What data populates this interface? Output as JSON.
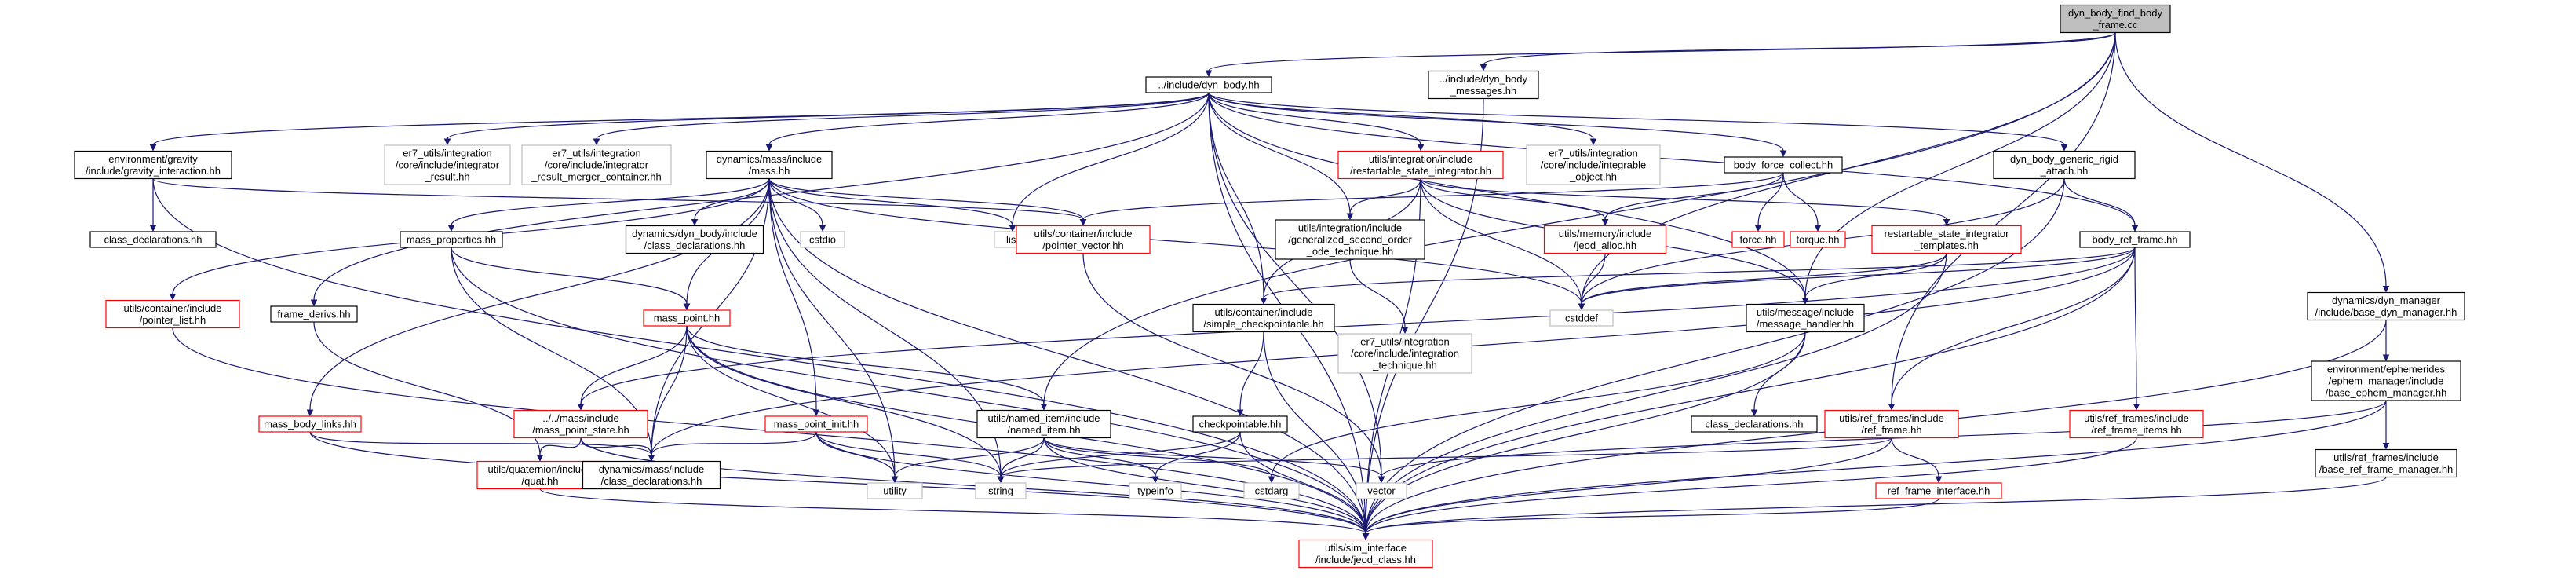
{
  "colors": {
    "edge": "#191970",
    "border_normal": "#000000",
    "border_missing": "#bfbfbf",
    "border_truncated": "#ff0000",
    "fill_root": "#bfbfbf",
    "fill_normal": "#ffffff"
  },
  "nodes": [
    {
      "id": "root",
      "lines": [
        "dyn_body_find_body",
        "_frame.cc"
      ],
      "kind": "root"
    },
    {
      "id": "dyn_body",
      "lines": [
        "../include/dyn_body.hh"
      ],
      "kind": "normal"
    },
    {
      "id": "dyn_body_messages",
      "lines": [
        "../include/dyn_body",
        "_messages.hh"
      ],
      "kind": "normal"
    },
    {
      "id": "gravity_interaction",
      "lines": [
        "environment/gravity",
        "/include/gravity_interaction.hh"
      ],
      "kind": "normal"
    },
    {
      "id": "er7_integrator_result",
      "lines": [
        "er7_utils/integration",
        "/core/include/integrator",
        "_result.hh"
      ],
      "kind": "missing"
    },
    {
      "id": "er7_merger",
      "lines": [
        "er7_utils/integration",
        "/core/include/integrator",
        "_result_merger_container.hh"
      ],
      "kind": "missing"
    },
    {
      "id": "mass_hh",
      "lines": [
        "dynamics/mass/include",
        "/mass.hh"
      ],
      "kind": "normal"
    },
    {
      "id": "restartable_integrator",
      "lines": [
        "utils/integration/include",
        "/restartable_state_integrator.hh"
      ],
      "kind": "truncated"
    },
    {
      "id": "er7_integrable",
      "lines": [
        "er7_utils/integration",
        "/core/include/integrable",
        "_object.hh"
      ],
      "kind": "missing"
    },
    {
      "id": "body_force_collect",
      "lines": [
        "body_force_collect.hh"
      ],
      "kind": "normal"
    },
    {
      "id": "dyn_body_generic",
      "lines": [
        "dyn_body_generic_rigid",
        "_attach.hh"
      ],
      "kind": "normal"
    },
    {
      "id": "dyn_manager",
      "lines": [
        "dynamics/dyn_manager",
        "/include/base_dyn_manager.hh"
      ],
      "kind": "normal"
    },
    {
      "id": "gravity_class_decl",
      "lines": [
        "class_declarations.hh"
      ],
      "kind": "normal"
    },
    {
      "id": "mass_properties",
      "lines": [
        "mass_properties.hh"
      ],
      "kind": "normal"
    },
    {
      "id": "dyn_body_class_decl",
      "lines": [
        "dynamics/dyn_body/include",
        "/class_declarations.hh"
      ],
      "kind": "normal"
    },
    {
      "id": "cstdio",
      "lines": [
        "cstdio"
      ],
      "kind": "missing"
    },
    {
      "id": "list",
      "lines": [
        "list"
      ],
      "kind": "missing"
    },
    {
      "id": "pointer_vector",
      "lines": [
        "utils/container/include",
        "/pointer_vector.hh"
      ],
      "kind": "truncated"
    },
    {
      "id": "generalized_technique",
      "lines": [
        "utils/integration/include",
        "/generalized_second_order",
        "_ode_technique.hh"
      ],
      "kind": "normal"
    },
    {
      "id": "jeod_alloc",
      "lines": [
        "utils/memory/include",
        "/jeod_alloc.hh"
      ],
      "kind": "truncated"
    },
    {
      "id": "force_hh",
      "lines": [
        "force.hh"
      ],
      "kind": "truncated"
    },
    {
      "id": "torque_hh",
      "lines": [
        "torque.hh"
      ],
      "kind": "truncated"
    },
    {
      "id": "restartable_templates",
      "lines": [
        "restartable_state_integrator",
        "_templates.hh"
      ],
      "kind": "truncated"
    },
    {
      "id": "body_ref_frame",
      "lines": [
        "body_ref_frame.hh"
      ],
      "kind": "normal"
    },
    {
      "id": "pointer_list",
      "lines": [
        "utils/container/include",
        "/pointer_list.hh"
      ],
      "kind": "truncated"
    },
    {
      "id": "frame_derivs",
      "lines": [
        "frame_derivs.hh"
      ],
      "kind": "normal"
    },
    {
      "id": "mass_point",
      "lines": [
        "mass_point.hh"
      ],
      "kind": "truncated"
    },
    {
      "id": "simple_checkpointable",
      "lines": [
        "utils/container/include",
        "/simple_checkpointable.hh"
      ],
      "kind": "normal"
    },
    {
      "id": "er7_integration_technique",
      "lines": [
        "er7_utils/integration",
        "/core/include/integration",
        "_technique.hh"
      ],
      "kind": "missing"
    },
    {
      "id": "cstddef",
      "lines": [
        "cstddef"
      ],
      "kind": "missing"
    },
    {
      "id": "message_handler",
      "lines": [
        "utils/message/include",
        "/message_handler.hh"
      ],
      "kind": "normal"
    },
    {
      "id": "base_ephem_manager",
      "lines": [
        "environment/ephemerides",
        "/ephem_manager/include",
        "/base_ephem_manager.hh"
      ],
      "kind": "normal"
    },
    {
      "id": "mass_body_links",
      "lines": [
        "mass_body_links.hh"
      ],
      "kind": "truncated"
    },
    {
      "id": "mass_point_state",
      "lines": [
        "../../mass/include",
        "/mass_point_state.hh"
      ],
      "kind": "truncated"
    },
    {
      "id": "mass_point_init",
      "lines": [
        "mass_point_init.hh"
      ],
      "kind": "truncated"
    },
    {
      "id": "named_item",
      "lines": [
        "utils/named_item/include",
        "/named_item.hh"
      ],
      "kind": "normal"
    },
    {
      "id": "checkpointable",
      "lines": [
        "checkpointable.hh"
      ],
      "kind": "normal"
    },
    {
      "id": "message_class_decl",
      "lines": [
        "class_declarations.hh"
      ],
      "kind": "normal"
    },
    {
      "id": "ref_frame",
      "lines": [
        "utils/ref_frames/include",
        "/ref_frame.hh"
      ],
      "kind": "truncated"
    },
    {
      "id": "ref_frame_items",
      "lines": [
        "utils/ref_frames/include",
        "/ref_frame_items.hh"
      ],
      "kind": "truncated"
    },
    {
      "id": "base_ref_frame_manager",
      "lines": [
        "utils/ref_frames/include",
        "/base_ref_frame_manager.hh"
      ],
      "kind": "normal"
    },
    {
      "id": "quat",
      "lines": [
        "utils/quaternion/include",
        "/quat.hh"
      ],
      "kind": "truncated"
    },
    {
      "id": "mass_class_decl",
      "lines": [
        "dynamics/mass/include",
        "/class_declarations.hh"
      ],
      "kind": "normal"
    },
    {
      "id": "utility",
      "lines": [
        "utility"
      ],
      "kind": "missing"
    },
    {
      "id": "string",
      "lines": [
        "string"
      ],
      "kind": "missing"
    },
    {
      "id": "typeinfo",
      "lines": [
        "typeinfo"
      ],
      "kind": "missing"
    },
    {
      "id": "cstdarg",
      "lines": [
        "cstdarg"
      ],
      "kind": "missing"
    },
    {
      "id": "vector",
      "lines": [
        "vector"
      ],
      "kind": "missing"
    },
    {
      "id": "ref_frame_interface",
      "lines": [
        "ref_frame_interface.hh"
      ],
      "kind": "truncated"
    },
    {
      "id": "jeod_class",
      "lines": [
        "utils/sim_interface",
        "/include/jeod_class.hh"
      ],
      "kind": "truncated"
    }
  ],
  "edges": [
    [
      "root",
      "dyn_body"
    ],
    [
      "root",
      "dyn_body_messages"
    ],
    [
      "root",
      "dyn_manager"
    ],
    [
      "root",
      "named_item"
    ],
    [
      "root",
      "message_handler"
    ],
    [
      "root",
      "cstddef"
    ],
    [
      "root",
      "ref_frame"
    ],
    [
      "dyn_body",
      "gravity_interaction"
    ],
    [
      "dyn_body",
      "er7_integrator_result"
    ],
    [
      "dyn_body",
      "er7_merger"
    ],
    [
      "dyn_body",
      "mass_hh"
    ],
    [
      "dyn_body",
      "restartable_integrator"
    ],
    [
      "dyn_body",
      "er7_integrable"
    ],
    [
      "dyn_body",
      "body_force_collect"
    ],
    [
      "dyn_body",
      "dyn_body_generic"
    ],
    [
      "dyn_body",
      "list"
    ],
    [
      "dyn_body",
      "simple_checkpointable"
    ],
    [
      "dyn_body",
      "generalized_technique"
    ],
    [
      "dyn_body",
      "body_ref_frame"
    ],
    [
      "dyn_body",
      "frame_derivs"
    ],
    [
      "dyn_body",
      "vector"
    ],
    [
      "dyn_body",
      "jeod_class"
    ],
    [
      "dyn_body",
      "message_handler"
    ],
    [
      "dyn_body_messages",
      "jeod_class"
    ],
    [
      "gravity_interaction",
      "gravity_class_decl"
    ],
    [
      "gravity_interaction",
      "pointer_vector"
    ],
    [
      "gravity_interaction",
      "jeod_class"
    ],
    [
      "mass_hh",
      "mass_properties"
    ],
    [
      "mass_hh",
      "dyn_body_class_decl"
    ],
    [
      "mass_hh",
      "cstdio"
    ],
    [
      "mass_hh",
      "list"
    ],
    [
      "mass_hh",
      "pointer_list"
    ],
    [
      "mass_hh",
      "mass_body_links"
    ],
    [
      "mass_hh",
      "mass_point"
    ],
    [
      "mass_hh",
      "mass_point_init"
    ],
    [
      "mass_hh",
      "mass_class_decl"
    ],
    [
      "mass_hh",
      "utility"
    ],
    [
      "mass_hh",
      "string"
    ],
    [
      "mass_hh",
      "cstddef"
    ],
    [
      "mass_hh",
      "jeod_class"
    ],
    [
      "mass_hh",
      "pointer_vector"
    ],
    [
      "restartable_integrator",
      "generalized_technique"
    ],
    [
      "restartable_integrator",
      "jeod_alloc"
    ],
    [
      "restartable_integrator",
      "restartable_templates"
    ],
    [
      "restartable_integrator",
      "simple_checkpointable"
    ],
    [
      "restartable_integrator",
      "cstddef"
    ],
    [
      "restartable_integrator",
      "message_handler"
    ],
    [
      "restartable_integrator",
      "jeod_class"
    ],
    [
      "body_force_collect",
      "pointer_vector"
    ],
    [
      "body_force_collect",
      "jeod_alloc"
    ],
    [
      "body_force_collect",
      "force_hh"
    ],
    [
      "body_force_collect",
      "torque_hh"
    ],
    [
      "dyn_body_generic",
      "body_ref_frame"
    ],
    [
      "dyn_body_generic",
      "cstddef"
    ],
    [
      "dyn_body_generic",
      "jeod_class"
    ],
    [
      "dyn_manager",
      "base_ephem_manager"
    ],
    [
      "dyn_manager",
      "jeod_class"
    ],
    [
      "mass_properties",
      "mass_point"
    ],
    [
      "mass_properties",
      "mass_class_decl"
    ],
    [
      "mass_properties",
      "jeod_class"
    ],
    [
      "pointer_vector",
      "vector"
    ],
    [
      "generalized_technique",
      "er7_integration_technique"
    ],
    [
      "jeod_alloc",
      "cstddef"
    ],
    [
      "restartable_templates",
      "message_handler"
    ],
    [
      "restartable_templates",
      "jeod_class"
    ],
    [
      "restartable_templates",
      "cstddef"
    ],
    [
      "body_ref_frame",
      "ref_frame"
    ],
    [
      "body_ref_frame",
      "ref_frame_items"
    ],
    [
      "body_ref_frame",
      "mass_point_state"
    ],
    [
      "body_ref_frame",
      "simple_checkpointable"
    ],
    [
      "body_ref_frame",
      "cstddef"
    ],
    [
      "body_ref_frame",
      "jeod_class"
    ],
    [
      "body_ref_frame",
      "mass_class_decl"
    ],
    [
      "pointer_list",
      "jeod_class"
    ],
    [
      "frame_derivs",
      "quat"
    ],
    [
      "mass_point",
      "mass_point_state"
    ],
    [
      "mass_point",
      "named_item"
    ],
    [
      "mass_point",
      "mass_class_decl"
    ],
    [
      "mass_point",
      "utility"
    ],
    [
      "mass_point",
      "string"
    ],
    [
      "mass_point",
      "jeod_class"
    ],
    [
      "simple_checkpointable",
      "checkpointable"
    ],
    [
      "simple_checkpointable",
      "jeod_class"
    ],
    [
      "message_handler",
      "message_class_decl"
    ],
    [
      "message_handler",
      "cstdarg"
    ],
    [
      "message_handler",
      "jeod_class"
    ],
    [
      "base_ephem_manager",
      "base_ref_frame_manager"
    ],
    [
      "base_ephem_manager",
      "vector"
    ],
    [
      "base_ephem_manager",
      "jeod_class"
    ],
    [
      "mass_body_links",
      "mass_class_decl"
    ],
    [
      "mass_body_links",
      "jeod_class"
    ],
    [
      "mass_point_state",
      "quat"
    ],
    [
      "mass_point_state",
      "mass_class_decl"
    ],
    [
      "mass_point_state",
      "jeod_class"
    ],
    [
      "mass_point_init",
      "mass_class_decl"
    ],
    [
      "mass_point_init",
      "utility"
    ],
    [
      "mass_point_init",
      "string"
    ],
    [
      "mass_point_init",
      "jeod_class"
    ],
    [
      "named_item",
      "utility"
    ],
    [
      "named_item",
      "string"
    ],
    [
      "named_item",
      "typeinfo"
    ],
    [
      "named_item",
      "jeod_class"
    ],
    [
      "named_item",
      "cstdarg"
    ],
    [
      "named_item",
      "vector"
    ],
    [
      "checkpointable",
      "string"
    ],
    [
      "checkpointable",
      "typeinfo"
    ],
    [
      "checkpointable",
      "jeod_class"
    ],
    [
      "ref_frame",
      "ref_frame_interface"
    ],
    [
      "ref_frame",
      "string"
    ],
    [
      "ref_frame",
      "jeod_class"
    ],
    [
      "ref_frame_items",
      "jeod_class"
    ],
    [
      "base_ref_frame_manager",
      "jeod_class"
    ],
    [
      "quat",
      "jeod_class"
    ],
    [
      "ref_frame_interface",
      "jeod_class"
    ]
  ]
}
